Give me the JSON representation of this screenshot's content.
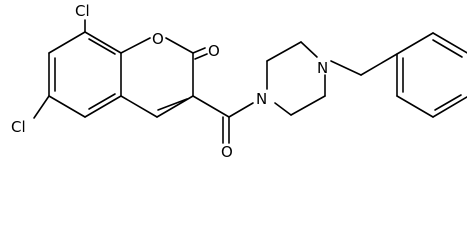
{
  "molecule": {
    "atom_labels": {
      "cl_top": "Cl",
      "cl_bottom": "Cl",
      "ring_oxygen": "O",
      "lactone_oxygen": "O",
      "amide_oxygen": "O",
      "amine_n1": "N",
      "amine_n2": "N"
    }
  },
  "colors": {
    "bond": "#000000",
    "background": "#ffffff"
  }
}
